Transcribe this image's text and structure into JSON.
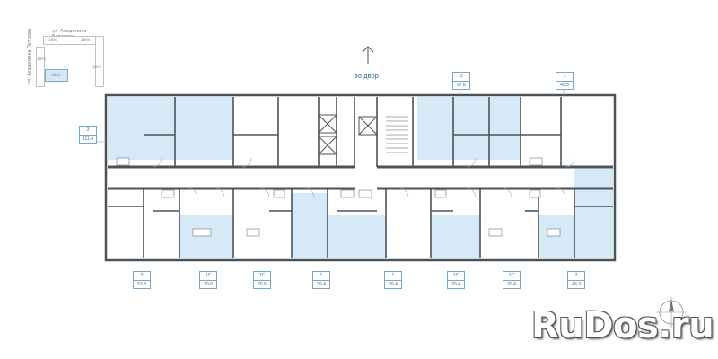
{
  "colors": {
    "wall": "#4b5358",
    "fill": "#d6e9f6",
    "tag": "#2f6f98",
    "line": "#7aa7c8"
  },
  "site_plan": {
    "street_top": "ул. Академика Вавилова",
    "street_left": "ул. Академика Петрова",
    "building_labels": [
      "18А3",
      "18А4",
      "18А2",
      "18А5",
      "18А1"
    ]
  },
  "direction_label": "во двор",
  "direction_icon": "arrow-up-icon",
  "apartments": [
    {
      "type": "3",
      "area": "111,4"
    },
    {
      "type": "3",
      "area": "57,6"
    },
    {
      "type": "1",
      "area": "45,8"
    },
    {
      "type": "2",
      "area": "52,8"
    },
    {
      "type": "1С",
      "area": "30,6"
    },
    {
      "type": "1С",
      "area": "30,6"
    },
    {
      "type": "1",
      "area": "39,4"
    },
    {
      "type": "1",
      "area": "39,4"
    },
    {
      "type": "1С",
      "area": "30,4"
    },
    {
      "type": "1С",
      "area": "30,4"
    },
    {
      "type": "2",
      "area": "49,3"
    }
  ],
  "watermark": "RuDos.ru",
  "compass_icon": "compass-rose-icon"
}
